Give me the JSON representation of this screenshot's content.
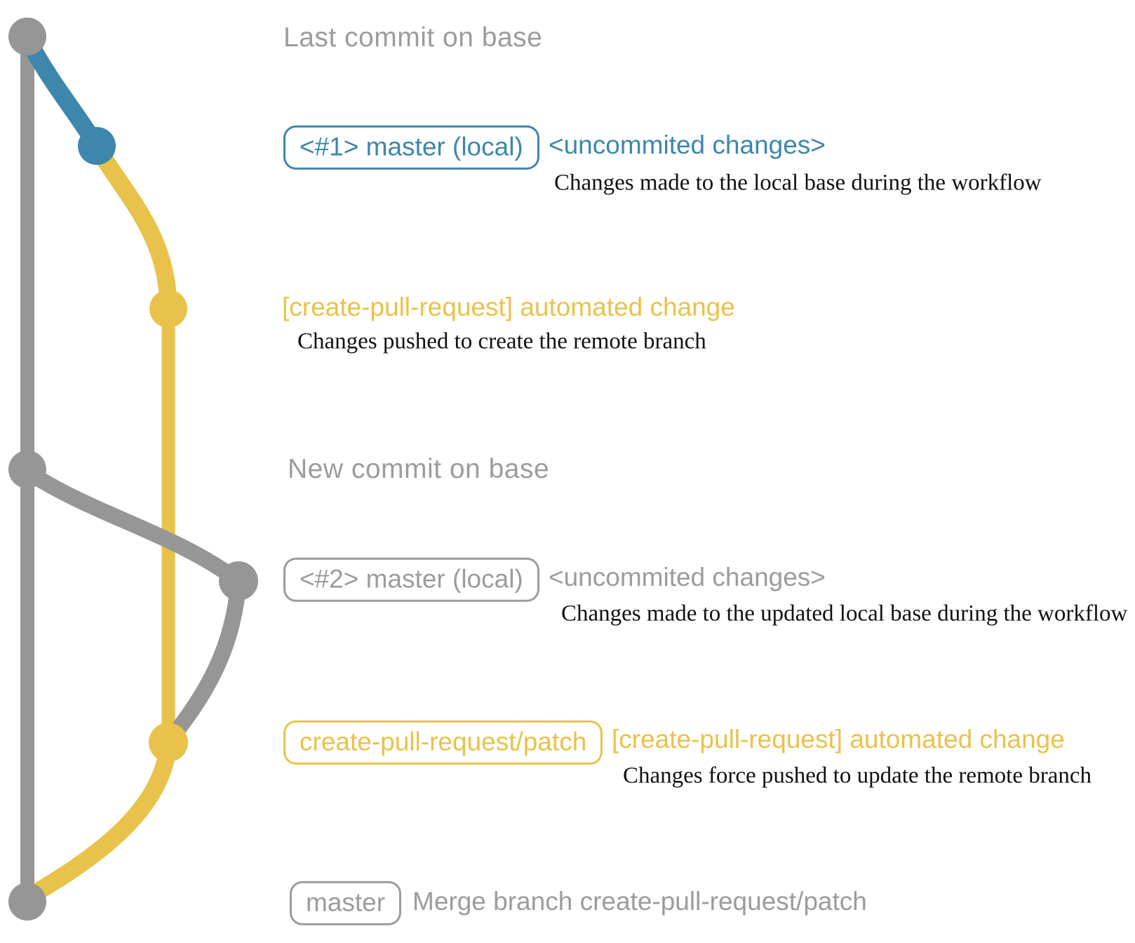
{
  "colors": {
    "base_gray": "#969696",
    "text_gray": "#9c9c9c",
    "local_blue": "#3d87ac",
    "remote_yellow": "#e9c24b",
    "description_black": "#111111",
    "background": "#ffffff"
  },
  "annotations": {
    "base_top": {
      "heading": "Last commit on base"
    },
    "local_commit_1": {
      "badge": "<#1> master (local)",
      "side_label": "<uncommited changes>",
      "description": "Changes made to the local base during the workflow"
    },
    "remote_commit_1": {
      "label": "[create-pull-request] automated change",
      "description": "Changes pushed to create the remote branch"
    },
    "base_new": {
      "heading": "New commit on base"
    },
    "local_commit_2": {
      "badge": "<#2> master (local)",
      "side_label": "<uncommited changes>",
      "description": "Changes made to the updated local base during the workflow"
    },
    "remote_commit_2": {
      "badge": "create-pull-request/patch",
      "side_label": "[create-pull-request] automated change",
      "description": "Changes force pushed to update the remote branch"
    },
    "base_merge": {
      "badge": "master",
      "side_label": "Merge branch create-pull-request/patch"
    }
  }
}
